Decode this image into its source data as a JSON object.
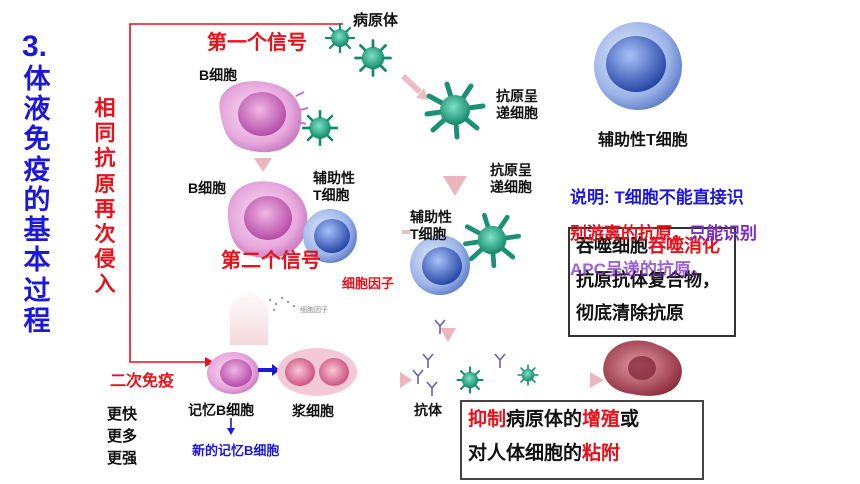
{
  "colors": {
    "title": "#1d18d8",
    "red": "#e8101a",
    "note": "#1d18d8",
    "note_red": "#e8101a",
    "purple": "#7b2fc0",
    "line": "#e8101a"
  },
  "title": {
    "number": "3.",
    "chars": [
      "体",
      "液",
      "免",
      "疫",
      "的",
      "基",
      "本",
      "过",
      "程"
    ]
  },
  "reinvade": {
    "chars": [
      "相",
      "同",
      "抗",
      "原",
      "再",
      "次",
      "侵",
      "入"
    ]
  },
  "labels": {
    "pathogen": "病原体",
    "signal1": "第一个信号",
    "b_cell_1": "B细胞",
    "apc_1_line1": "抗原呈",
    "apc_1_line2": "递细胞",
    "helper_t_big": "辅助性T细胞",
    "b_cell_2": "B细胞",
    "helper_t_mid_line1": "辅助性",
    "helper_t_mid_line2": "T细胞",
    "apc_2_line1": "抗原呈",
    "apc_2_line2": "递细胞",
    "helper_t_low_line1": "辅助性",
    "helper_t_low_line2": "T细胞",
    "signal2": "第二个信号",
    "cytokine": "细胞因子",
    "cytokine_small": "细胞因子",
    "secondary": "二次免疫",
    "memory_b": "记忆B细胞",
    "plasma": "浆细胞",
    "antibody": "抗体",
    "new_memory_b": "新的记忆B细胞",
    "faster": "更快",
    "more": "更多",
    "stronger": "更强"
  },
  "note": {
    "prefix": "说明:",
    "line1": "T细胞不能直接识",
    "line2_red": "别游离的抗原，",
    "line2_purple": "只能识别",
    "line3": "APC呈递的抗原。"
  },
  "box1": {
    "line1": "吞噬细胞",
    "line1_red": "吞噬消化",
    "line2": "抗原抗体复合物，",
    "line3": "彻底清除抗原"
  },
  "box2": {
    "w1": "抑制",
    "w2": "病原体的",
    "w3": "增殖",
    "w4": "或",
    "w5": "对人体细胞的",
    "w6": "粘附"
  }
}
